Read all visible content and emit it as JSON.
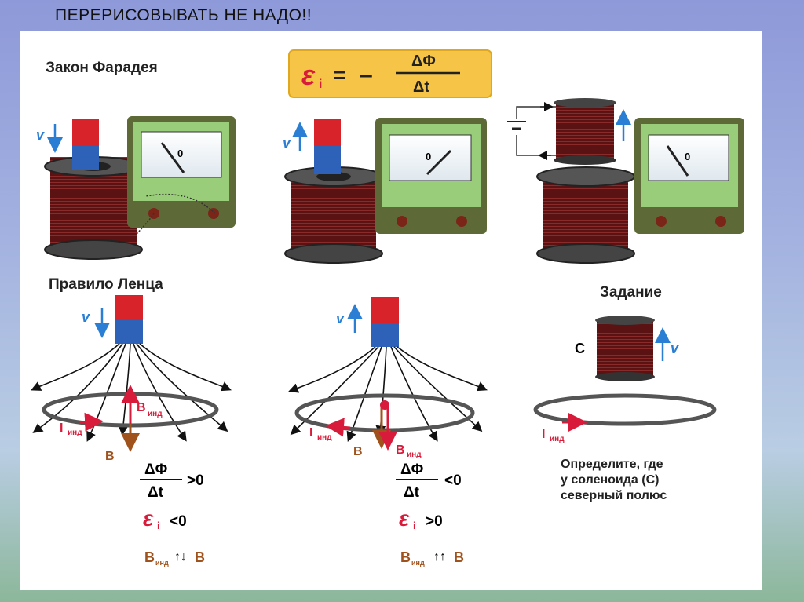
{
  "banner": "ПЕРЕРИСОВЫВАТЬ НЕ НАДО!!",
  "sections": {
    "faraday": "Закон Фарадея",
    "lenz": "Правило Ленца",
    "task": "Задание"
  },
  "formula": {
    "emf": "ε",
    "sub": "i",
    "eq": "=",
    "minus": "–",
    "num": "ΔΦ",
    "den": "Δt"
  },
  "meter_zero": "0",
  "vector_v": "v",
  "lenz_left": {
    "i_label": "I",
    "i_sub": "инд",
    "b_label": "B",
    "binj_label": "B",
    "binj_sub": "инд",
    "frac_num": "ΔΦ",
    "frac_den": "Δt",
    "frac_cmp": ">0",
    "emf": "ε",
    "emf_sub": "i",
    "emf_cmp": "<0",
    "rel_b1": "B",
    "rel_sub": "инд",
    "rel_arrows": "↑↓",
    "rel_b2": "B"
  },
  "lenz_right": {
    "i_label": "I",
    "i_sub": "инд",
    "b_label": "B",
    "binj_label": "B",
    "binj_sub": "инд",
    "frac_num": "ΔΦ",
    "frac_den": "Δt",
    "frac_cmp": "<0",
    "emf": "ε",
    "emf_sub": "i",
    "emf_cmp": ">0",
    "rel_b1": "B",
    "rel_sub": "инд",
    "rel_arrows": "↑↑",
    "rel_b2": "B"
  },
  "task": {
    "coil_label": "C",
    "i_label": "I",
    "i_sub": "инд",
    "line1": "Определите, где",
    "line2": "у  соленоида (С)",
    "line3": "северный полюс"
  }
}
